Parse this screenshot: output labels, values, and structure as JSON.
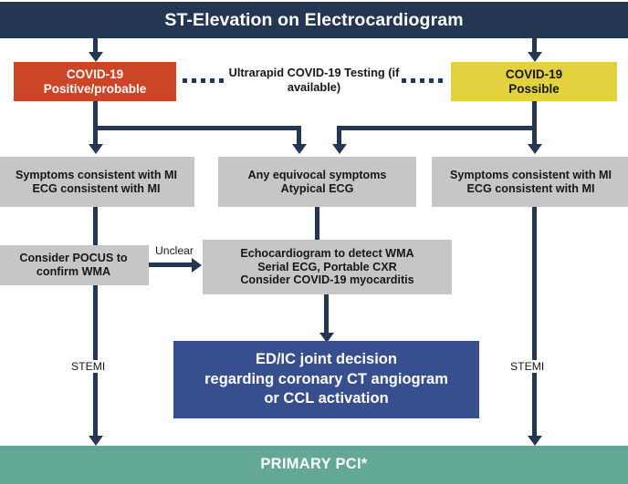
{
  "title_bar": {
    "label": "ST-Elevation on Electrocardiogram"
  },
  "status_boxes": {
    "positive": {
      "line1": "COVID-19",
      "line2": "Positive/probable",
      "color": "#cc4526"
    },
    "possible": {
      "line1": "COVID-19",
      "line2": "Possible",
      "color": "#e3d13f"
    }
  },
  "testing_connector": {
    "line1": "Ultrarapid COVID-19 Testing",
    "line2": "(if available)"
  },
  "assessment_boxes": [
    {
      "id": "left",
      "line1": "Symptoms consistent with MI",
      "line2": "ECG consistent with MI"
    },
    {
      "id": "middle",
      "line1": "Any equivocal symptoms",
      "line2": "Atypical ECG"
    },
    {
      "id": "right",
      "line1": "Symptoms consistent with MI",
      "line2": "ECG consistent with MI"
    }
  ],
  "pocus_box": {
    "line1": "Consider POCUS to",
    "line2": "confirm WMA"
  },
  "echo_box": {
    "line1": "Echocardiogram to detect WMA",
    "line2": "Serial ECG, Portable CXR",
    "line3": "Consider COVID-19 myocarditis"
  },
  "decision_box": {
    "line1": "ED/IC joint decision",
    "line2": "regarding coronary CT angiogram",
    "line3": "or CCL activation",
    "color": "#384f8f"
  },
  "outcome_bar": {
    "label": "PRIMARY PCI*",
    "color": "#63a797"
  },
  "edge_labels": {
    "unclear": "Unclear",
    "stemi_left": "STEMI",
    "stemi_right": "STEMI"
  },
  "palette": {
    "navy": "#233752",
    "connector": "#233752",
    "gray_box": "#c6c6c6"
  }
}
